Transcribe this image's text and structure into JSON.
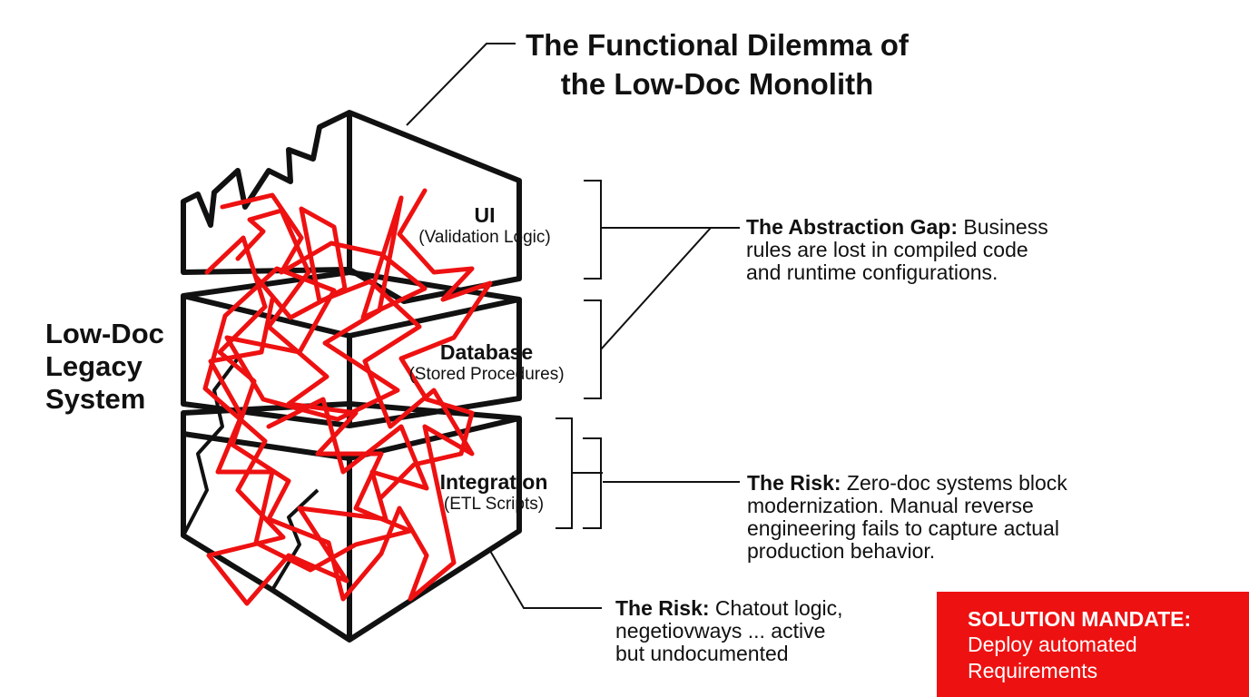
{
  "title": {
    "line1": "The Functional Dilemma of",
    "line2": "the Low-Doc Monolith"
  },
  "system_label": {
    "line1": "Low-Doc",
    "line2": "Legacy",
    "line3": "System"
  },
  "layers": [
    {
      "name": "UI",
      "detail": "(Validation Logic)"
    },
    {
      "name": "Database",
      "detail": "(Stored Procedures)"
    },
    {
      "name": "Integration",
      "detail": "(ETL Scripts)"
    }
  ],
  "notes": {
    "abstraction_gap": {
      "heading": "The Abstraction Gap:",
      "line1": "Business",
      "line2": "rules are lost in compiled code",
      "line3": "and runtime configurations."
    },
    "risk_modernization": {
      "heading": "The Risk:",
      "line1": "Zero-doc systems block",
      "line2": "modernization. Manual reverse",
      "line3": "engineering fails to capture actual",
      "line4": "production behavior."
    },
    "risk_undocumented": {
      "heading": "The Risk:",
      "line1": "Chatout logic,",
      "line2": "negetiovways ... active",
      "line3": "but undocumented"
    }
  },
  "mandate": {
    "title": "SOLUTION MANDATE:",
    "line1": "Deploy automated",
    "line2": "Requirements"
  },
  "colors": {
    "accent": "#ee1111",
    "ink": "#111111",
    "background": "#ffffff"
  }
}
